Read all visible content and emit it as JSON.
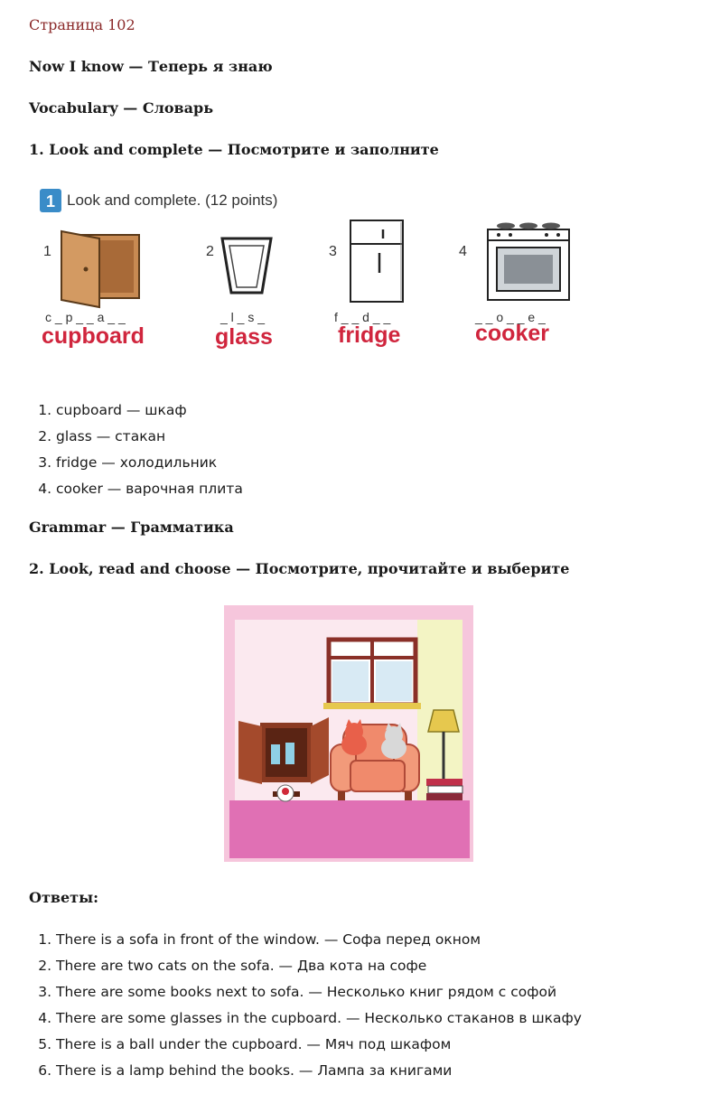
{
  "page_number": "Страница 102",
  "headings": {
    "now_i_know": "Now I know — Теперь я знаю",
    "vocabulary": "Vocabulary — Словарь",
    "task1": "1. Look and complete — Посмотрите и заполните",
    "grammar": "Grammar — Грамматика",
    "task2": "2. Look, read and choose — Посмотрите, прочитайте и выберите",
    "answers": "Ответы:"
  },
  "exercise1": {
    "badge": "1",
    "instruction": "Look and complete. (12 points)",
    "items": [
      {
        "number": "1",
        "pattern": "c _ p _ _ a _ _",
        "answer": "cupboard",
        "icon": "cupboard-icon"
      },
      {
        "number": "2",
        "pattern": "_ l _ s _",
        "answer": "glass",
        "icon": "glass-icon"
      },
      {
        "number": "3",
        "pattern": "f _ _ d _ _",
        "answer": "fridge",
        "icon": "fridge-icon"
      },
      {
        "number": "4",
        "pattern": "_ _ o _ _ e _",
        "answer": "cooker",
        "icon": "cooker-icon"
      }
    ],
    "answer_color": "#d0253d"
  },
  "vocab_answers": [
    "cupboard — шкаф",
    "glass — стакан",
    "fridge — холодильник",
    "cooker — варочная плита"
  ],
  "grammar_answers": [
    "There is a sofa in front of the window. — Софа перед окном",
    "There are two cats on the sofa. — Два кота на софе",
    "There are some books next to sofa. — Несколько книг рядом с софой",
    "There are some glasses in the cupboard. — Несколько стаканов в шкафу",
    "There is a ball under the cupboard. — Мяч под шкафом",
    "There is a lamp behind the books. — Лампа за книгами"
  ],
  "colors": {
    "page_number": "#8b2a2a",
    "badge": "#3a8cc8"
  }
}
